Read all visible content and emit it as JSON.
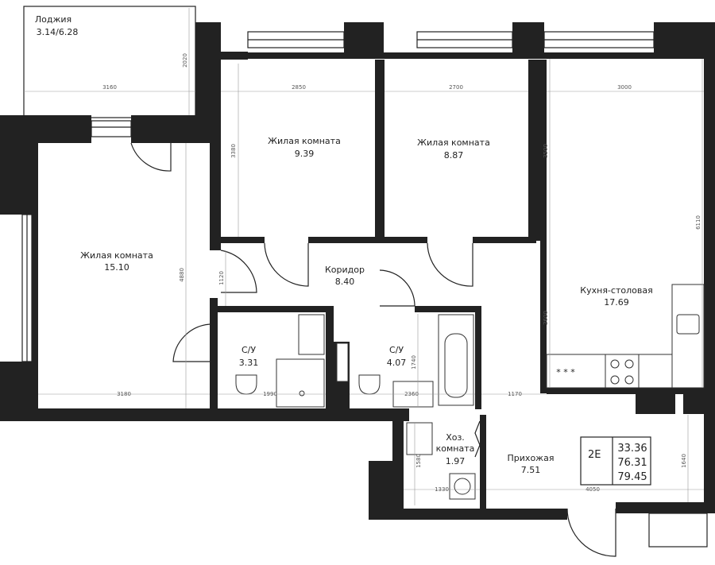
{
  "rooms": [
    {
      "id": "loggia",
      "name": "Лоджия",
      "area": "3.14/6.28"
    },
    {
      "id": "living1",
      "name": "Жилая комната",
      "area": "15.10"
    },
    {
      "id": "living2",
      "name": "Жилая комната",
      "area": "9.39"
    },
    {
      "id": "living3",
      "name": "Жилая комната",
      "area": "8.87"
    },
    {
      "id": "corridor",
      "name": "Коридор",
      "area": "8.40"
    },
    {
      "id": "kitchen",
      "name": "Кухня-столовая",
      "area": "17.69"
    },
    {
      "id": "bath1",
      "name": "С/У",
      "area": "3.31"
    },
    {
      "id": "bath2",
      "name": "С/У",
      "area": "4.07"
    },
    {
      "id": "utility",
      "name": "Хоз.",
      "name2": "комната",
      "area": "1.97"
    },
    {
      "id": "hall",
      "name": "Прихожая",
      "area": "7.51"
    }
  ],
  "dimensions": {
    "loggia_width": "3160",
    "loggia_depth": "2020",
    "room2_width": "2850",
    "room2_depth": "3380",
    "room3_width": "2700",
    "kitchen_width": "3000",
    "kitchen_depth_upper": "3500",
    "kitchen_depth": "6110",
    "kitchen_depth_lower": "2600",
    "room1_depth": "4880",
    "room1_width": "3180",
    "corridor_width": "1120",
    "bath1_width": "1990",
    "bath2_width": "2360",
    "bath2_depth": "1740",
    "hall_width": "1170",
    "hall_width_lower": "4050",
    "hall_depth": "1640",
    "utility_width": "1330",
    "utility_depth": "1580"
  },
  "summary": {
    "code": "2E",
    "values": [
      "33.36",
      "76.31",
      "79.45"
    ]
  },
  "icons": {
    "stove": "stove-icon",
    "sink": "sink-icon",
    "toilet": "toilet-icon",
    "shower": "shower-tray-icon",
    "bathtub": "bathtub-icon",
    "washer": "washing-machine-icon"
  }
}
